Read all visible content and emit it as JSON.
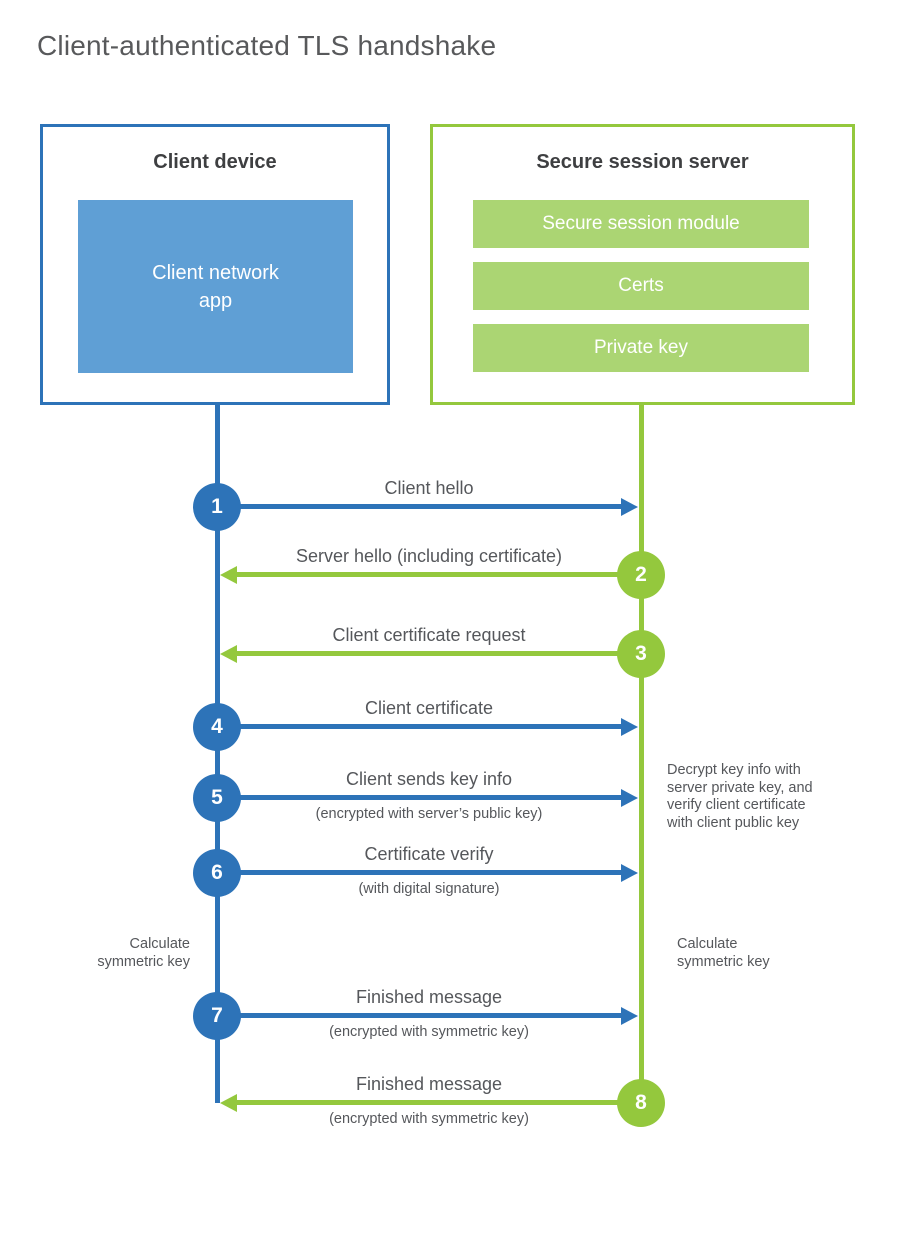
{
  "title": "Client-authenticated TLS handshake",
  "colors": {
    "client_accent": "#2d73b8",
    "client_fill": "#5f9fd5",
    "server_accent": "#94c83d",
    "server_fill": "#abd573",
    "heading_text": "#3e3f41",
    "label_text": "#55575b",
    "title_text": "#58595b"
  },
  "client": {
    "title": "Client device",
    "app_label": "Client network\napp"
  },
  "server": {
    "title": "Secure session server",
    "modules": [
      {
        "label": "Secure session module"
      },
      {
        "label": "Certs"
      },
      {
        "label": "Private key"
      }
    ]
  },
  "flows": [
    {
      "number": "1",
      "label": "Client hello",
      "sublabel": "",
      "direction": "right",
      "from": "client",
      "to": "server"
    },
    {
      "number": "2",
      "label": "Server hello (including certificate)",
      "sublabel": "",
      "direction": "left",
      "from": "server",
      "to": "client"
    },
    {
      "number": "3",
      "label": "Client certificate request",
      "sublabel": "",
      "direction": "left",
      "from": "server",
      "to": "client"
    },
    {
      "number": "4",
      "label": "Client certificate",
      "sublabel": "",
      "direction": "right",
      "from": "client",
      "to": "server"
    },
    {
      "number": "5",
      "label": "Client sends key info",
      "sublabel": "(encrypted with server’s public key)",
      "direction": "right",
      "from": "client",
      "to": "server"
    },
    {
      "number": "6",
      "label": "Certificate verify",
      "sublabel": "(with digital signature)",
      "direction": "right",
      "from": "client",
      "to": "server"
    },
    {
      "number": "7",
      "label": "Finished message",
      "sublabel": "(encrypted with symmetric key)",
      "direction": "right",
      "from": "client",
      "to": "server"
    },
    {
      "number": "8",
      "label": "Finished message",
      "sublabel": "(encrypted with symmetric key)",
      "direction": "left",
      "from": "server",
      "to": "client"
    }
  ],
  "annotations": {
    "decrypt_note": "Decrypt key info with\nserver private key, and\nverify client certificate\nwith client public key",
    "calc_left": "Calculate\nsymmetric key",
    "calc_right": "Calculate\nsymmetric key"
  }
}
